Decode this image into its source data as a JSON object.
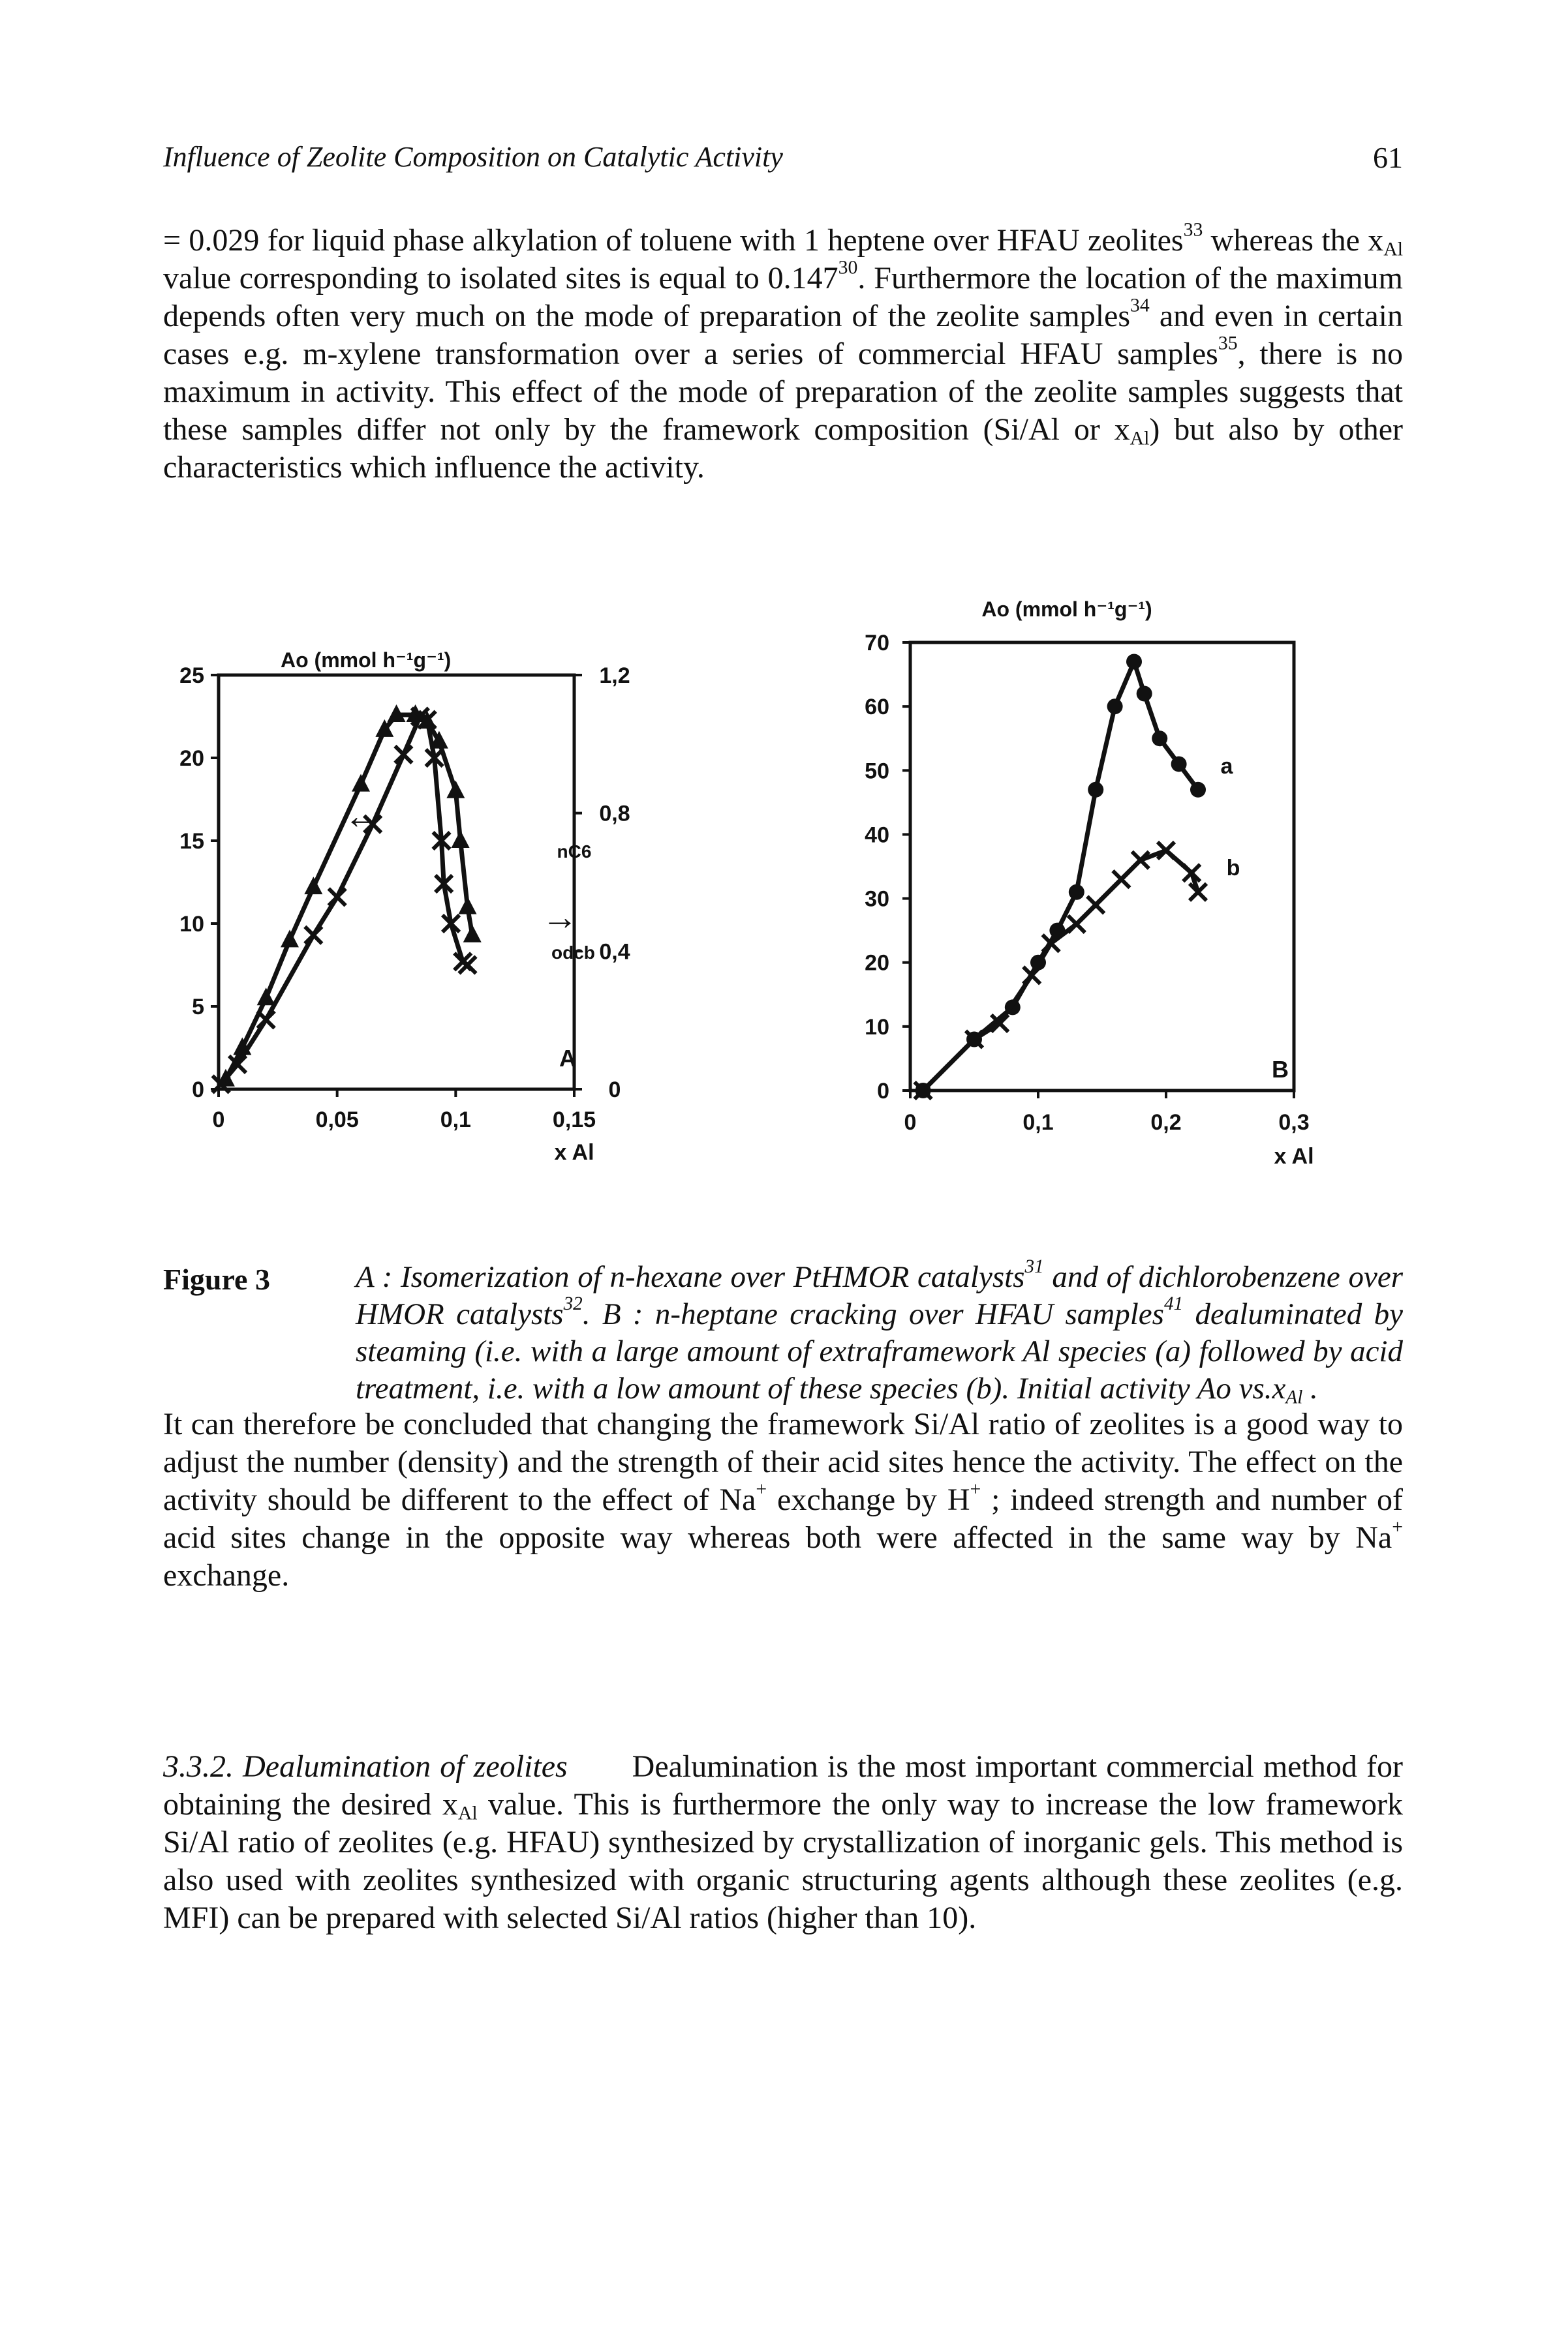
{
  "header": {
    "running_title": "Influence of Zeolite Composition on Catalytic Activity",
    "page_number": "61"
  },
  "para1": {
    "t1": "= 0.029 for liquid phase alkylation of toluene with 1 heptene over HFAU zeolites",
    "r1": "33",
    "t2": " whereas the x",
    "s1": "Al",
    "t3": " value corresponding to isolated sites is equal to 0.147",
    "r2": "30",
    "t4": ". Furthermore the location of the maximum depends often very much on the mode of preparation of the zeolite samples",
    "r3": "34",
    "t5": " and even in certain cases e.g. m-xylene transformation over a series of commercial HFAU samples",
    "r4": "35",
    "t6": ", there is no maximum in activity. This effect of the mode of preparation of the zeolite samples suggests that these samples differ not only by the framework composition (Si/Al or x",
    "s2": "Al",
    "t7": ") but also by other characteristics which influence the activity."
  },
  "figure": {
    "caption_label": "Figure 3",
    "caption": {
      "c1": "A : Isomerization of n-hexane over PtHMOR catalysts",
      "r1": "31",
      "c2": " and of dichlorobenzene over HMOR catalysts",
      "r2": "32",
      "c3": ". B : n-heptane cracking over HFAU samples",
      "r3": "41",
      "c4": " dealuminated by steaming (i.e. with a large amount of extraframework Al species (a) followed by acid treatment, i.e. with a low amount of these species (b). Initial activity Ao vs.x",
      "s1": "Al",
      "c5": " ."
    }
  },
  "para2": {
    "t1": "It can therefore be concluded that changing the framework Si/Al ratio of zeolites is a good way to adjust the number (density) and the strength of their acid sites hence the activity. The effect on the activity should be different to the effect of Na",
    "r1": "+",
    "t2": " exchange by H",
    "r2": "+",
    "t3": " ; indeed strength and number of acid sites change in the opposite way whereas both were affected in the same way by Na",
    "r3": "+",
    "t4": " exchange."
  },
  "para3": {
    "lead": "3.3.2. Dealumination of zeolites",
    "t1": "Dealumination is the most important commercial method for obtaining the desired x",
    "s1": "Al",
    "t2": " value. This is furthermore the only way to increase the low framework Si/Al ratio of zeolites (e.g. HFAU) synthesized by crystallization of inorganic gels. This method is also used with zeolites synthesized with organic structuring agents although these zeolites (e.g. MFI) can be prepared with selected Si/Al ratios (higher than 10)."
  },
  "chart_data": [
    {
      "type": "line",
      "panel_label": "A",
      "x": {
        "label": "x Al",
        "ticks": [
          "0",
          "0,05",
          "0,1",
          "0,15"
        ],
        "range": [
          0,
          0.15
        ]
      },
      "y_left": {
        "label": "Ao (mmol h⁻¹g⁻¹)",
        "ticks": [
          "0",
          "5",
          "10",
          "15",
          "20",
          "25"
        ],
        "range": [
          0,
          25
        ]
      },
      "y_right": {
        "ticks": [
          "0",
          "0,4",
          "0,8",
          "1,2"
        ],
        "range": [
          0,
          1.2
        ]
      },
      "grid": false,
      "series": [
        {
          "name": "nC6",
          "marker": "triangle",
          "axis": "left",
          "points": [
            [
              0.003,
              0.6
            ],
            [
              0.01,
              2.5
            ],
            [
              0.02,
              5.5
            ],
            [
              0.03,
              9
            ],
            [
              0.04,
              12.2
            ],
            [
              0.06,
              18.4
            ],
            [
              0.07,
              21.7
            ],
            [
              0.075,
              22.6
            ],
            [
              0.083,
              22.6
            ],
            [
              0.088,
              22.2
            ],
            [
              0.093,
              21
            ],
            [
              0.1,
              18
            ],
            [
              0.102,
              15
            ],
            [
              0.105,
              11
            ],
            [
              0.107,
              9.3
            ]
          ]
        },
        {
          "name": "odcb",
          "marker": "cross",
          "axis": "left",
          "points": [
            [
              0.001,
              0.3
            ],
            [
              0.008,
              1.5
            ],
            [
              0.02,
              4.2
            ],
            [
              0.04,
              9.3
            ],
            [
              0.05,
              11.6
            ],
            [
              0.065,
              16
            ],
            [
              0.078,
              20.2
            ],
            [
              0.085,
              22.5
            ],
            [
              0.088,
              22.3
            ],
            [
              0.091,
              20
            ],
            [
              0.094,
              15
            ],
            [
              0.095,
              12.4
            ],
            [
              0.098,
              10
            ],
            [
              0.103,
              7.7
            ],
            [
              0.105,
              7.5
            ]
          ]
        }
      ],
      "annotations": [
        "←",
        "→",
        "nC6",
        "odcb"
      ]
    },
    {
      "type": "line",
      "panel_label": "B",
      "x": {
        "label": "x Al",
        "ticks": [
          "0",
          "0,1",
          "0,2",
          "0,3"
        ],
        "range": [
          0,
          0.3
        ]
      },
      "y": {
        "label": "Ao (mmol h⁻¹g⁻¹)",
        "ticks": [
          "0",
          "10",
          "20",
          "30",
          "40",
          "50",
          "60",
          "70"
        ],
        "range": [
          0,
          70
        ]
      },
      "grid": false,
      "series": [
        {
          "name": "a",
          "marker": "circle",
          "points": [
            [
              0.01,
              0
            ],
            [
              0.05,
              8
            ],
            [
              0.08,
              13
            ],
            [
              0.1,
              20
            ],
            [
              0.115,
              25
            ],
            [
              0.13,
              31
            ],
            [
              0.145,
              47
            ],
            [
              0.16,
              60
            ],
            [
              0.175,
              67
            ],
            [
              0.183,
              62
            ],
            [
              0.195,
              55
            ],
            [
              0.21,
              51
            ],
            [
              0.225,
              47
            ]
          ]
        },
        {
          "name": "b",
          "marker": "cross",
          "points": [
            [
              0.01,
              0
            ],
            [
              0.05,
              8
            ],
            [
              0.07,
              10.5
            ],
            [
              0.095,
              18
            ],
            [
              0.11,
              23
            ],
            [
              0.13,
              26
            ],
            [
              0.145,
              29
            ],
            [
              0.165,
              33
            ],
            [
              0.18,
              36
            ],
            [
              0.2,
              37.5
            ],
            [
              0.22,
              34
            ],
            [
              0.225,
              31
            ]
          ]
        }
      ]
    }
  ]
}
